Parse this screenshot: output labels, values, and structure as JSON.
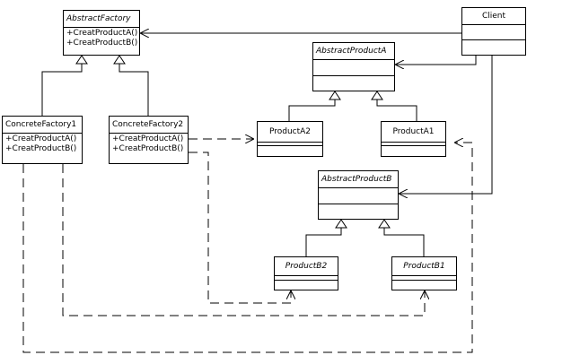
{
  "classes": {
    "abstract_factory": {
      "name": "AbstractFactory",
      "operations": [
        "+CreatProductA()",
        "+CreatProductB()"
      ]
    },
    "concrete_factory_1": {
      "name": "ConcreteFactory1",
      "operations": [
        "+CreatProductA()",
        "+CreatProductB()"
      ]
    },
    "concrete_factory_2": {
      "name": "ConcreteFactory2",
      "operations": [
        "+CreatProductA()",
        "+CreatProductB()"
      ]
    },
    "client": {
      "name": "Client"
    },
    "abstract_product_a": {
      "name": "AbstractProductA"
    },
    "product_a2": {
      "name": "ProductA2"
    },
    "product_a1": {
      "name": "ProductA1"
    },
    "abstract_product_b": {
      "name": "AbstractProductB"
    },
    "product_b2": {
      "name": "ProductB2"
    },
    "product_b1": {
      "name": "ProductB1"
    }
  },
  "relationships": [
    {
      "type": "generalization",
      "from": "ConcreteFactory1",
      "to": "AbstractFactory"
    },
    {
      "type": "generalization",
      "from": "ConcreteFactory2",
      "to": "AbstractFactory"
    },
    {
      "type": "generalization",
      "from": "ProductA2",
      "to": "AbstractProductA"
    },
    {
      "type": "generalization",
      "from": "ProductA1",
      "to": "AbstractProductA"
    },
    {
      "type": "generalization",
      "from": "ProductB2",
      "to": "AbstractProductB"
    },
    {
      "type": "generalization",
      "from": "ProductB1",
      "to": "AbstractProductB"
    },
    {
      "type": "association",
      "from": "Client",
      "to": "AbstractFactory"
    },
    {
      "type": "association",
      "from": "Client",
      "to": "AbstractProductA"
    },
    {
      "type": "association",
      "from": "Client",
      "to": "AbstractProductB"
    },
    {
      "type": "dependency",
      "from": "ConcreteFactory1",
      "to": "ProductB1"
    },
    {
      "type": "dependency",
      "from": "ConcreteFactory1",
      "to": "ProductA1"
    },
    {
      "type": "dependency",
      "from": "ConcreteFactory2",
      "to": "ProductA2"
    },
    {
      "type": "dependency",
      "from": "ConcreteFactory2",
      "to": "ProductB2"
    }
  ],
  "colors": {
    "line": "#000000",
    "background": "#ffffff"
  }
}
